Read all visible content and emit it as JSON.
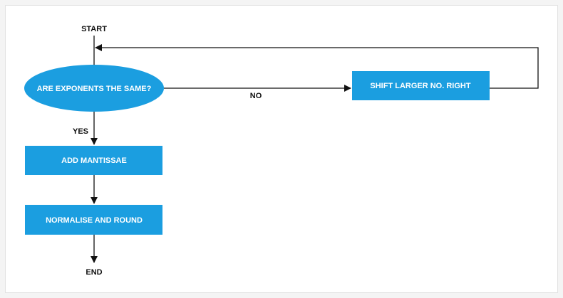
{
  "diagram": {
    "start_label": "START",
    "end_label": "END",
    "decision": "ARE EXPONENTS THE SAME?",
    "yes_label": "YES",
    "no_label": "NO",
    "shift_step": "SHIFT LARGER NO. RIGHT",
    "add_step": "ADD MANTISSAE",
    "normalise_step": "NORMALISE AND ROUND"
  },
  "colors": {
    "shape_fill": "#1b9ee0",
    "line": "#111111",
    "text_on_shape": "#ffffff"
  }
}
